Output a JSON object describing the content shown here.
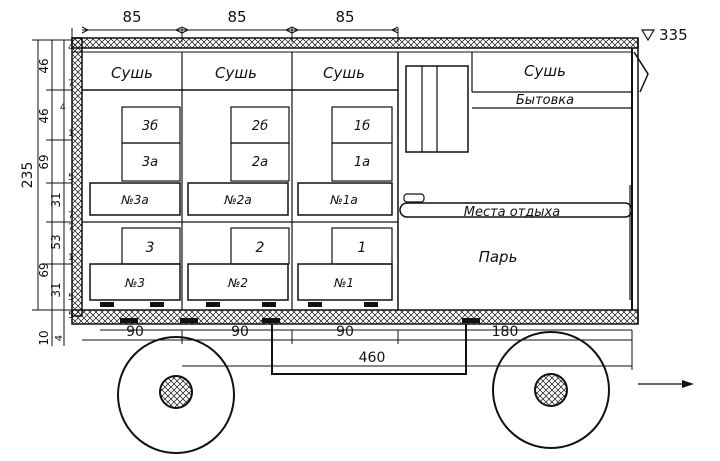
{
  "dimensions": {
    "top": [
      "85",
      "85",
      "85"
    ],
    "elevation": "335",
    "bottom": [
      "90",
      "90",
      "90",
      "180"
    ],
    "total": "460",
    "left_outer": "235",
    "left_segments": [
      "46",
      "46",
      "69",
      "31",
      "53",
      "69",
      "31"
    ],
    "left_small": [
      "4",
      "7",
      "4",
      "1",
      "5",
      "7",
      "7",
      "1",
      "5",
      "5"
    ],
    "base": "10",
    "base_small": "4"
  },
  "labels": {
    "dryer": "Сушь",
    "dressing_room": "Бытовка",
    "rest_area": "Места отдыха",
    "steam_room": "Парь"
  },
  "upper_tier": [
    {
      "top": "3б",
      "bottom": "3а",
      "shelf": "№3а"
    },
    {
      "top": "2б",
      "bottom": "2а",
      "shelf": "№2а"
    },
    {
      "top": "1б",
      "bottom": "1а",
      "shelf": "№1а"
    }
  ],
  "lower_tier": [
    {
      "box": "3",
      "shelf": "№3"
    },
    {
      "box": "2",
      "shelf": "№2"
    },
    {
      "box": "1",
      "shelf": "№1"
    }
  ]
}
